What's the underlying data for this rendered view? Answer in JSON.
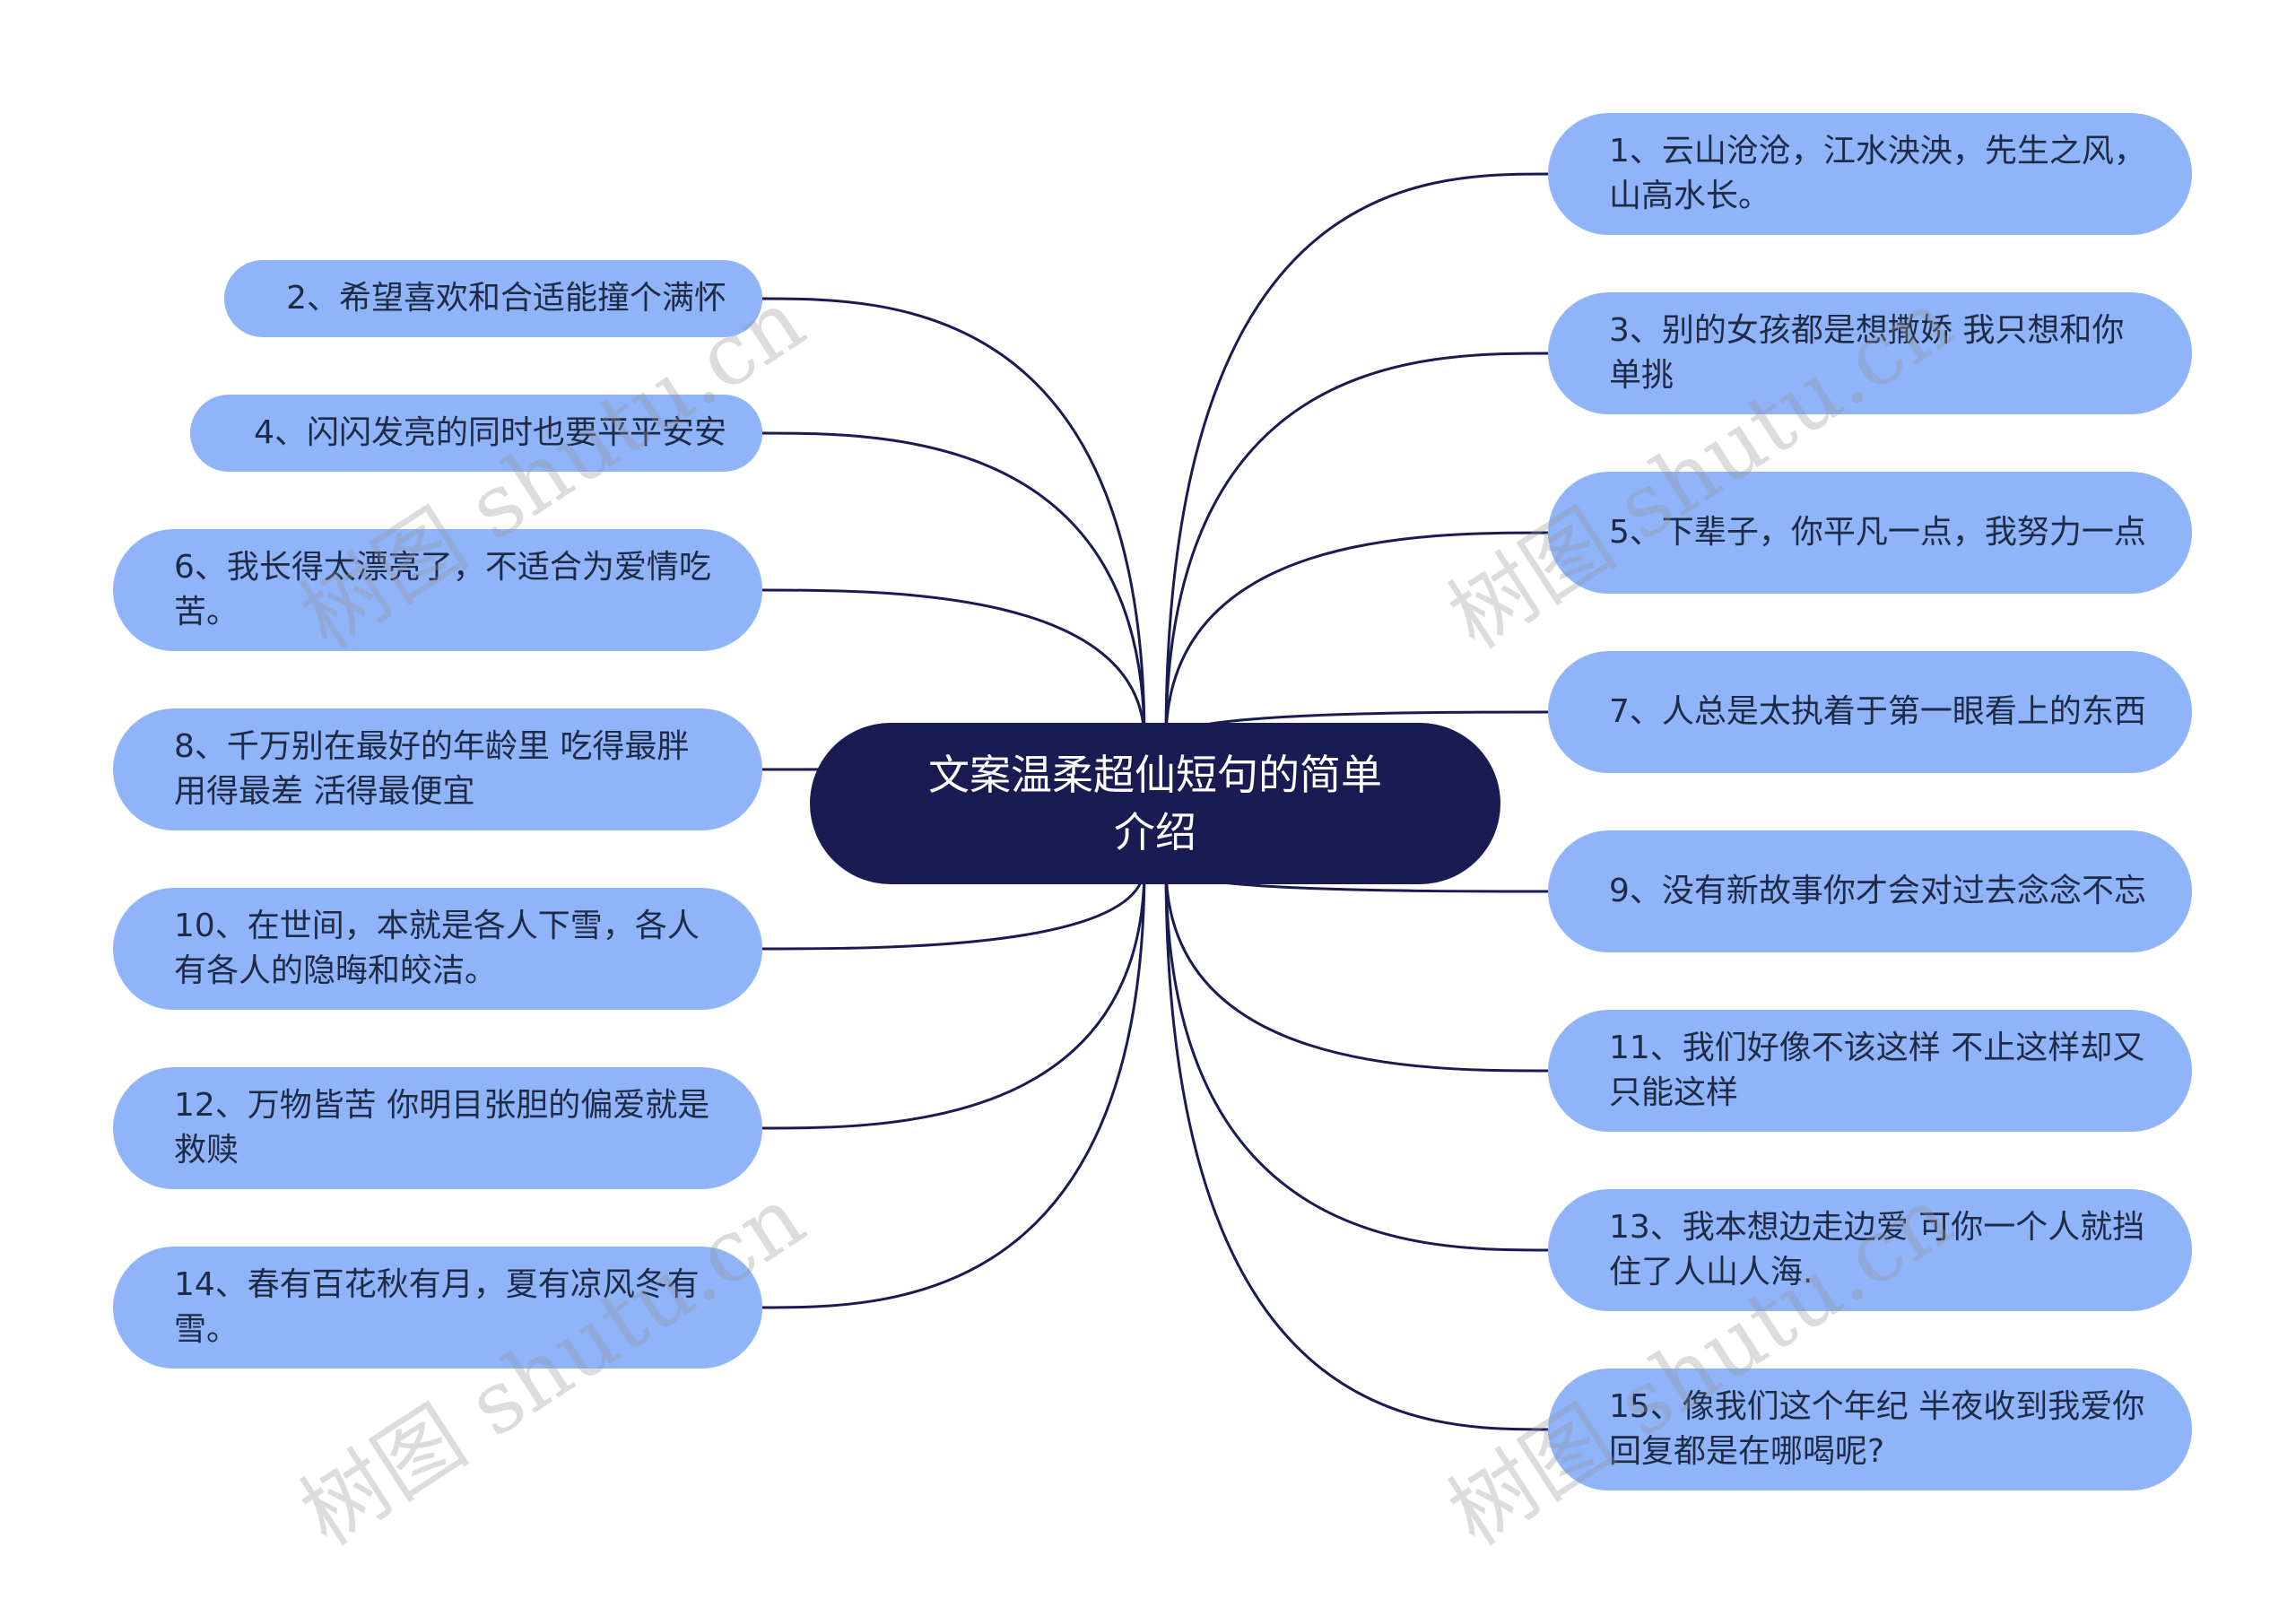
{
  "center": {
    "label": "文案温柔超仙短句的简单介绍"
  },
  "left_nodes": [
    {
      "label": "2、希望喜欢和合适能撞个满怀"
    },
    {
      "label": "4、闪闪发亮的同时也要平平安安"
    },
    {
      "label": "6、我长得太漂亮了，不适合为爱情吃苦。"
    },
    {
      "label": "8、千万别在最好的年龄里 吃得最胖 用得最差 活得最便宜"
    },
    {
      "label": "10、在世间，本就是各人下雪，各人有各人的隐晦和皎洁。"
    },
    {
      "label": "12、万物皆苦 你明目张胆的偏爱就是救赎"
    },
    {
      "label": "14、春有百花秋有月，夏有凉风冬有雪。"
    }
  ],
  "right_nodes": [
    {
      "label": "1、云山沧沧，江水泱泱，先生之风，山高水长。"
    },
    {
      "label": "3、别的女孩都是想撒娇 我只想和你单挑"
    },
    {
      "label": "5、下辈子，你平凡一点，我努力一点"
    },
    {
      "label": "7、人总是太执着于第一眼看上的东西"
    },
    {
      "label": "9、没有新故事你才会对过去念念不忘"
    },
    {
      "label": "11、我们好像不该这样 不止这样却又只能这样"
    },
    {
      "label": "13、我本想边走边爱 可你一个人就挡住了人山人海."
    },
    {
      "label": "15、像我们这个年纪 半夜收到我爱你 回复都是在哪喝呢?"
    }
  ],
  "colors": {
    "node_fill": "#8fb4fa",
    "center_fill": "#1b1b54",
    "link": "#1b1b54"
  },
  "watermark": "树图 shutu.cn"
}
